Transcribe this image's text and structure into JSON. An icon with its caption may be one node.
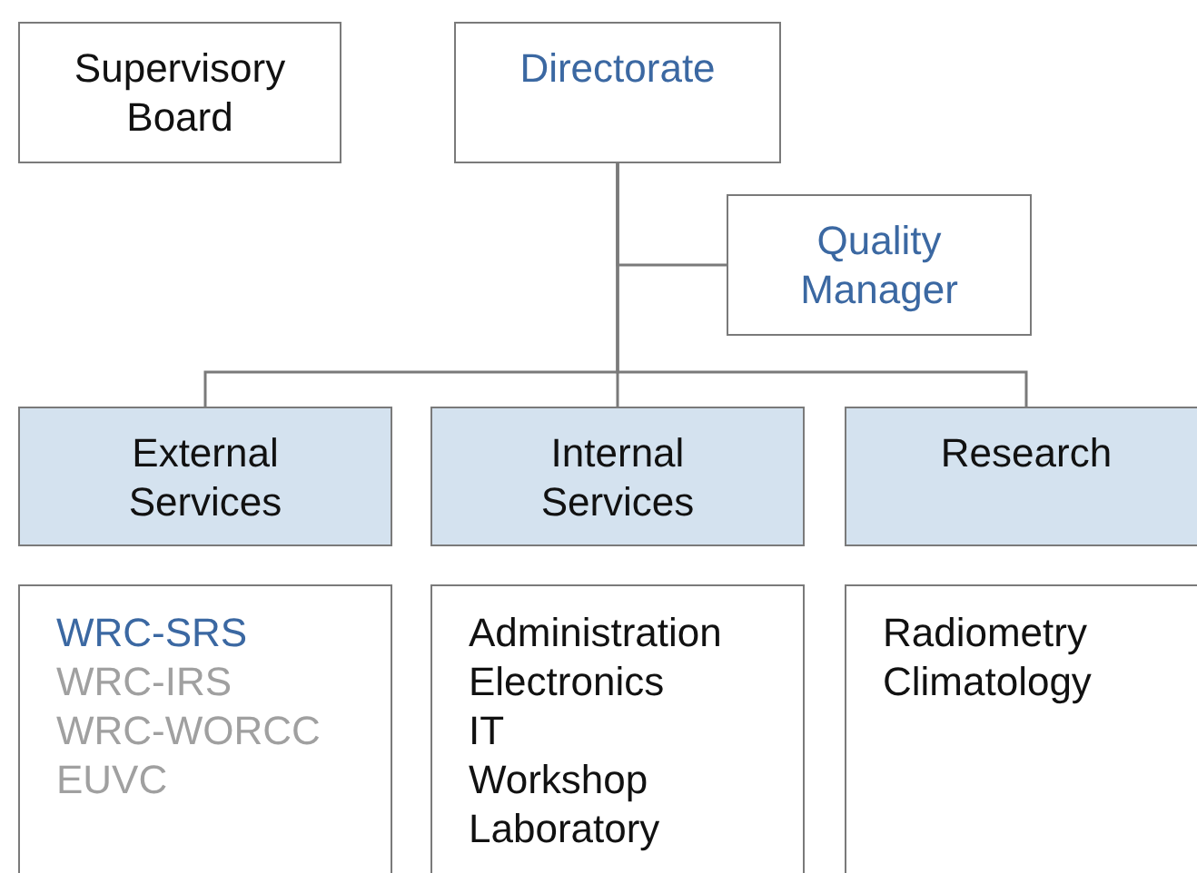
{
  "diagram": {
    "nodes": [
      {
        "text": [
          "Supervisory Board"
        ]
      },
      {
        "text": [
          "Directorate"
        ]
      },
      {
        "text": [
          "Quality Manager"
        ]
      },
      {
        "text": [
          "External Services"
        ]
      },
      {
        "text": [
          "Internal Services"
        ]
      },
      {
        "text": [
          "Research"
        ]
      },
      {
        "text": [
          "WRC-SRS",
          "WRC-IRS",
          "WRC-WORCC",
          "EUVC"
        ]
      },
      {
        "text": [
          "Administration",
          "Electronics",
          "IT",
          "Workshop",
          "Laboratory"
        ]
      },
      {
        "text": [
          "Radiometry",
          "Climatology"
        ]
      }
    ],
    "edges": [
      {
        "from": 1,
        "to": 2,
        "arrow": "none"
      },
      {
        "from": 1,
        "to": 3,
        "arrow": "none"
      },
      {
        "from": 1,
        "to": 4,
        "arrow": "none"
      },
      {
        "from": 1,
        "to": 5,
        "arrow": "none"
      }
    ]
  }
}
